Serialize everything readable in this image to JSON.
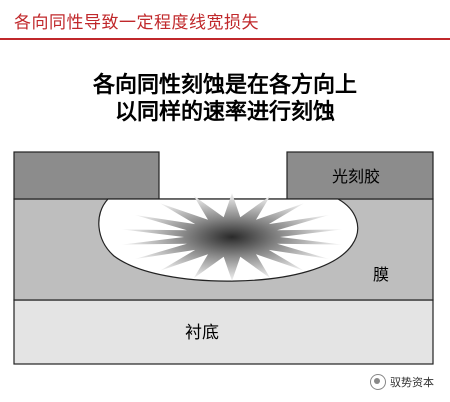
{
  "header": {
    "title": "各向同性导致一定程度线宽损失"
  },
  "diagram": {
    "heading_line1": "各向同性刻蚀是在各方向上",
    "heading_line2": "以同样的速率进行刻蚀",
    "labels": {
      "photoresist": "光刻胶",
      "film": "膜",
      "substrate": "衬底"
    },
    "colors": {
      "accent": "#c0282b",
      "photoresist": "#8c8c8c",
      "film": "#bebebe",
      "substrate": "#e4e4e4",
      "cavity": "#ffffff"
    }
  },
  "watermark": {
    "icon": "wechat-icon",
    "text": "驭势资本"
  }
}
